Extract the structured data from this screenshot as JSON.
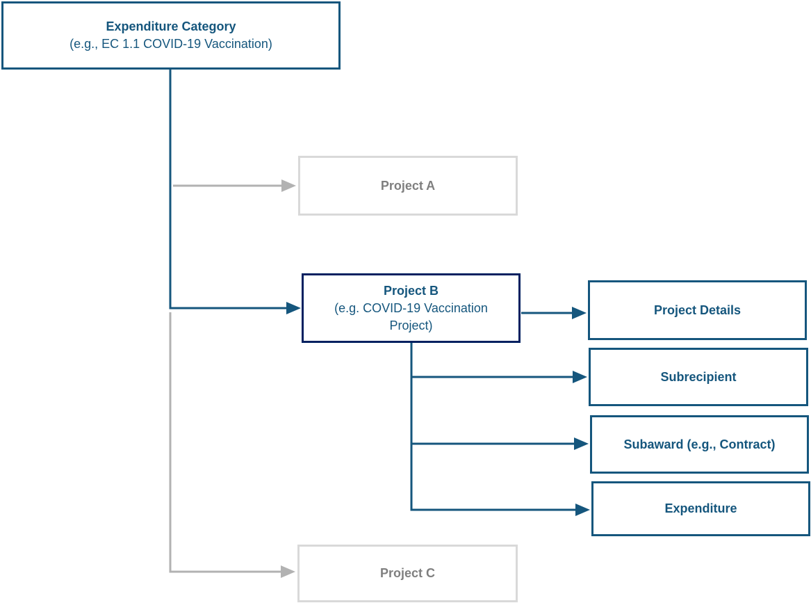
{
  "colors": {
    "background": "#FFFFFF",
    "teal": "#15567D",
    "navy": "#002060",
    "gray_border": "#D9D9D9",
    "gray_line": "#B2B2B2",
    "gray_text": "#7F7F7F"
  },
  "nodes": {
    "expenditure_category": {
      "title": "Expenditure Category",
      "subtitle": "(e.g., EC 1.1 COVID-19 Vaccination)"
    },
    "project_a": {
      "title": "Project A"
    },
    "project_b": {
      "title": "Project B",
      "subtitle": "(e.g. COVID-19 Vaccination Project)"
    },
    "project_c": {
      "title": "Project C"
    },
    "project_details": {
      "title": "Project Details"
    },
    "subrecipient": {
      "title": "Subrecipient"
    },
    "subaward": {
      "title": "Subaward (e.g., Contract)"
    },
    "expenditure": {
      "title": "Expenditure"
    }
  }
}
